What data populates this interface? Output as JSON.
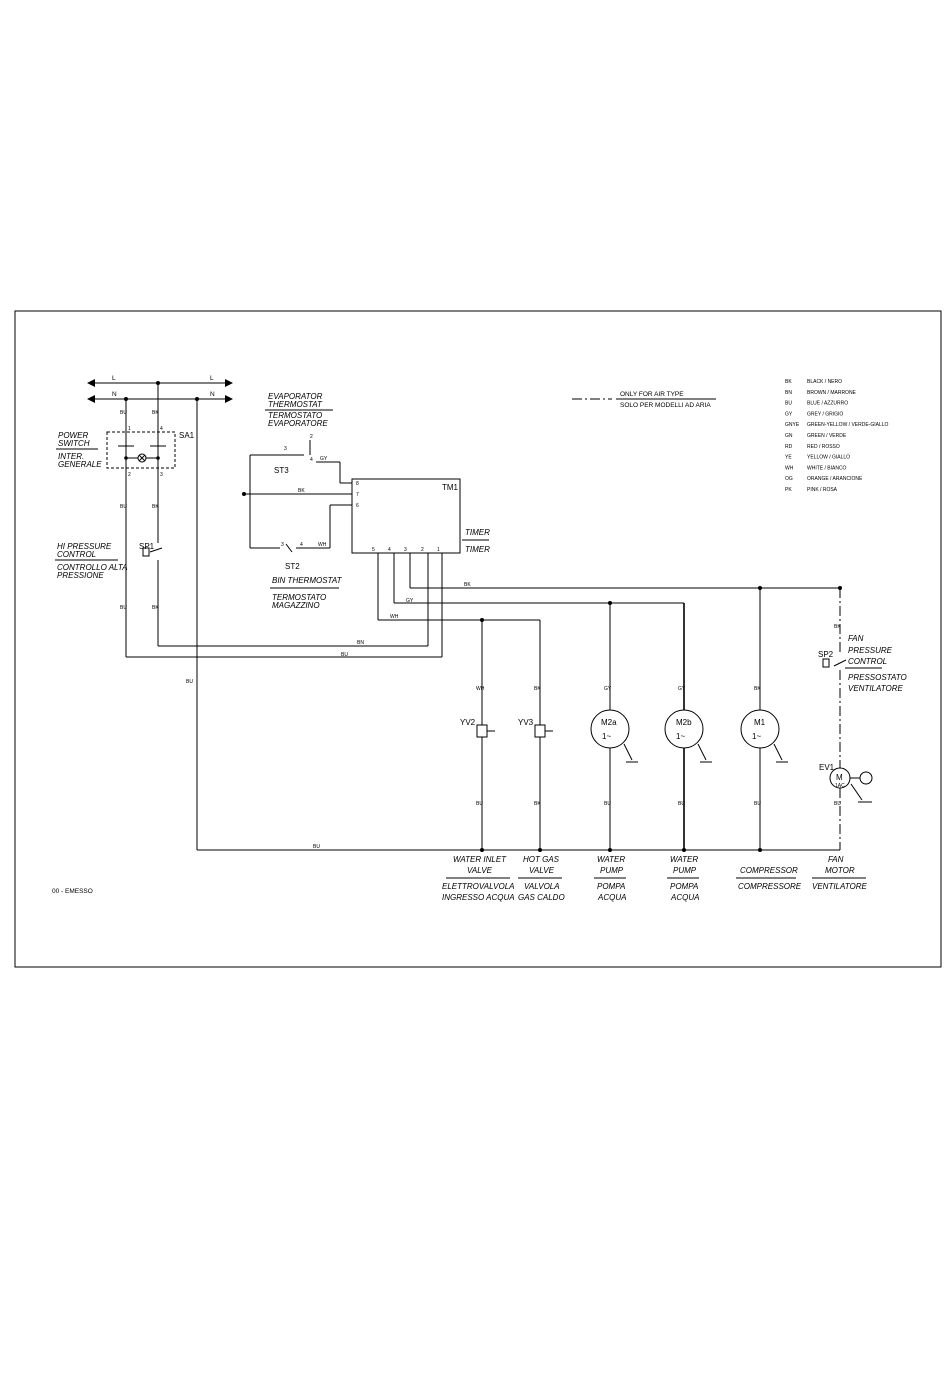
{
  "lines": {
    "L": "L",
    "N": "N"
  },
  "notes": {
    "air_line_en": "ONLY FOR AIR TYPE",
    "air_line_it": "SOLO PER MODELLI AD ARIA",
    "revision": "00 - EMESSO"
  },
  "legend": [
    {
      "code": "BK",
      "text": "BLACK / NERO"
    },
    {
      "code": "BN",
      "text": "BROWN / MARRONE"
    },
    {
      "code": "BU",
      "text": "BLUE / AZZURRO"
    },
    {
      "code": "GY",
      "text": "GREY / GRIGIO"
    },
    {
      "code": "GNYE",
      "text": "GREEN-YELLOW / VERDE-GIALLO"
    },
    {
      "code": "GN",
      "text": "GREEN / VERDE"
    },
    {
      "code": "RD",
      "text": "RED / ROSSO"
    },
    {
      "code": "YE",
      "text": "YELLOW / GIALLO"
    },
    {
      "code": "WH",
      "text": "WHITE / BIANCO"
    },
    {
      "code": "OG",
      "text": "ORANGE / ARANCIONE"
    },
    {
      "code": "PK",
      "text": "PINK / ROSA"
    }
  ],
  "labels": {
    "power_switch_1": "POWER",
    "power_switch_2": "SWITCH",
    "inter_1": "INTER.",
    "inter_2": "GENERALE",
    "hi_1": "HI PRESSURE",
    "hi_2": "CONTROL",
    "hi_it_1": "CONTROLLO ALTA",
    "hi_it_2": "PRESSIONE",
    "evap_1": "EVAPORATOR",
    "evap_2": "THERMOSTAT",
    "evap_it_1": "TERMOSTATO",
    "evap_it_2": "EVAPORATORE",
    "bin_1": "BIN THERMOSTAT",
    "bin_it_1": "TERMOSTATO",
    "bin_it_2": "MAGAZZINO",
    "timer_en": "TIMER",
    "timer_it": "TIMER",
    "fan_1": "FAN",
    "fan_2": "PRESSURE",
    "fan_3": "CONTROL",
    "fan_it_1": "PRESSOSTATO",
    "fan_it_2": "VENTILATORE"
  },
  "components": {
    "SA1": "SA1",
    "SP1": "SP1",
    "ST3": "ST3",
    "ST2": "ST2",
    "TM1": "TM1",
    "SP2": "SP2",
    "YV2": "YV2",
    "YV3": "YV3",
    "M2a": "M2a",
    "M2b": "M2b",
    "M1": "M1",
    "EV1": "EV1",
    "phase": "1~",
    "motor_M": "M",
    "motor_sub": "1AC"
  },
  "terminals": {
    "tm_in": [
      "8",
      "7",
      "6"
    ],
    "tm_out": [
      "5",
      "4",
      "3",
      "2",
      "1"
    ],
    "sa1": [
      "1",
      "4",
      "2",
      "3"
    ],
    "st3": [
      "2",
      "3",
      "4"
    ],
    "st2": [
      "3",
      "4"
    ]
  },
  "wires": {
    "BU": "BU",
    "BK": "BK",
    "BN": "BN",
    "GY": "GY",
    "WH": "WH"
  },
  "bottom_labels": [
    {
      "en1": "WATER INLET",
      "en2": "VALVE",
      "it1": "ELETTROVALVOLA",
      "it2": "INGRESSO ACQUA"
    },
    {
      "en1": "HOT GAS",
      "en2": "VALVE",
      "it1": "VALVOLA",
      "it2": "GAS CALDO"
    },
    {
      "en1": "WATER",
      "en2": "PUMP",
      "it1": "POMPA",
      "it2": "ACQUA"
    },
    {
      "en1": "WATER",
      "en2": "PUMP",
      "it1": "POMPA",
      "it2": "ACQUA"
    },
    {
      "en1": "COMPRESSOR",
      "en2": "",
      "it1": "COMPRESSORE",
      "it2": ""
    },
    {
      "en1": "FAN",
      "en2": "MOTOR",
      "it1": "VENTILATORE",
      "it2": ""
    }
  ]
}
